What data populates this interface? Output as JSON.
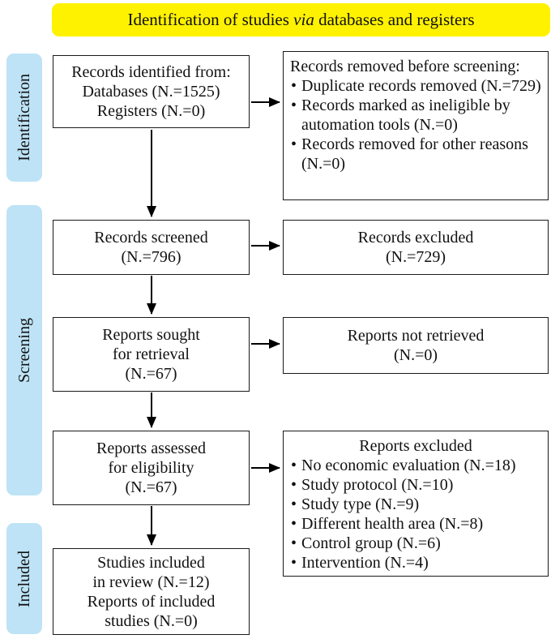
{
  "title": {
    "part1": "Identification of studies ",
    "italic": "via",
    "part2": " databases and registers"
  },
  "sidebar": {
    "identification": "Identification",
    "screening": "Screening",
    "included": "Included"
  },
  "boxes": {
    "identified": {
      "lines": [
        "Records identified from:",
        "Databases (N.=1525)",
        "Registers (N.=0)"
      ]
    },
    "removed": {
      "header": "Records removed before screening:",
      "bullets": [
        "Duplicate records removed (N.=729)",
        "Records marked as ineligible by automation tools (N.=0)",
        "Records removed for other reasons (N.=0)"
      ]
    },
    "screened": {
      "lines": [
        "Records screened",
        "(N.=796)"
      ]
    },
    "excluded_records": {
      "lines": [
        "Records excluded",
        "(N.=729)"
      ]
    },
    "sought": {
      "lines": [
        "Reports sought",
        "for retrieval",
        "(N.=67)"
      ]
    },
    "not_retrieved": {
      "lines": [
        "Reports not retrieved",
        "(N.=0)"
      ]
    },
    "assessed": {
      "lines": [
        "Reports assessed",
        "for eligibility",
        "(N.=67)"
      ]
    },
    "excluded_reports": {
      "header": "Reports excluded",
      "bullets": [
        "No economic evaluation (N.=18)",
        "Study protocol (N.=10)",
        "Study type (N.=9)",
        "Different health area (N.=8)",
        "Control group (N.=6)",
        "Intervention (N.=4)"
      ]
    },
    "included_studies": {
      "lines": [
        "Studies included",
        "in review (N.=12)",
        "Reports of included",
        "studies (N.=0)"
      ]
    }
  },
  "colors": {
    "banner_bg": "#FFF200",
    "sidebar_bg": "#BEE3F6",
    "box_border": "#1A1A1A",
    "text": "#111111",
    "background": "#FFFFFF"
  }
}
